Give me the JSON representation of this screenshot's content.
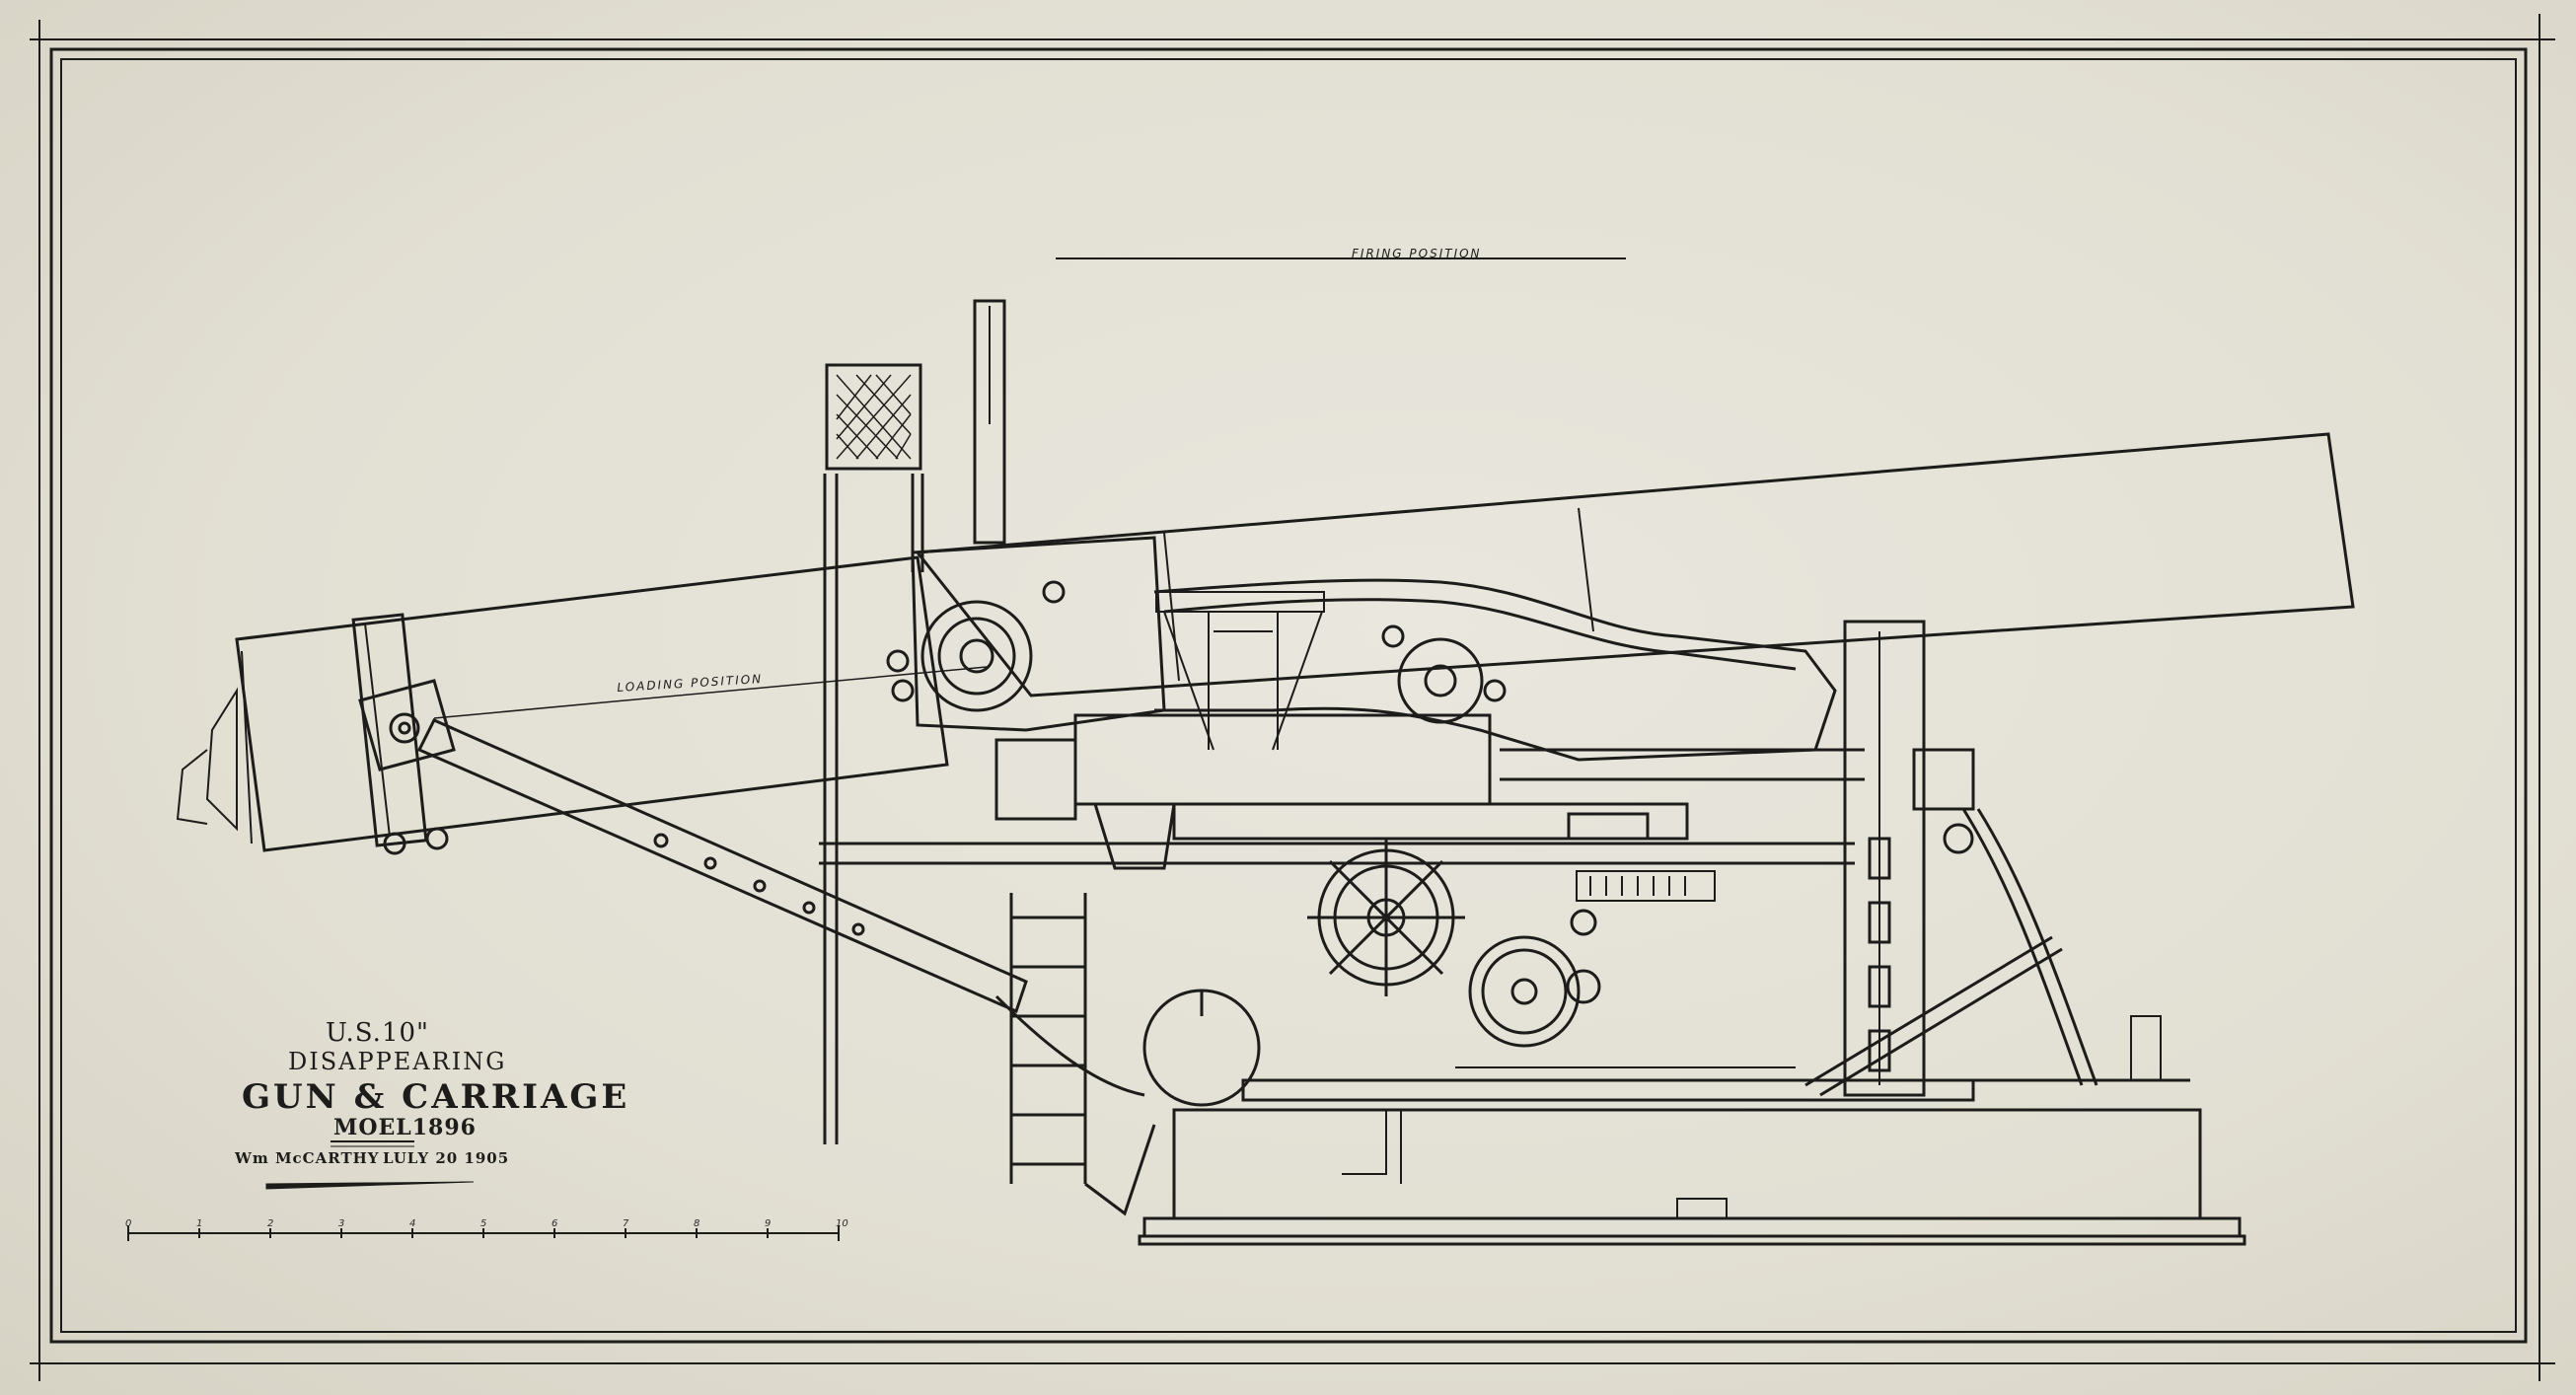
{
  "title_block": {
    "line1": "U.S.10\"",
    "line2": "DISAPPEARING",
    "line3": "GUN & CARRIAGE",
    "model": "MOEL1896",
    "author": "Wm McCARTHY",
    "date": "LULY 20 1905"
  },
  "annotations": {
    "firing_position": "FIRING POSITION",
    "loading_position": "LOADING POSITION"
  },
  "scale_bar": {
    "ticks": [
      "0",
      "1",
      "2",
      "3",
      "4",
      "5",
      "6",
      "7",
      "8",
      "9",
      "10"
    ]
  },
  "colors": {
    "paper": "#e6e3d8",
    "ink": "#1c1c1a"
  }
}
